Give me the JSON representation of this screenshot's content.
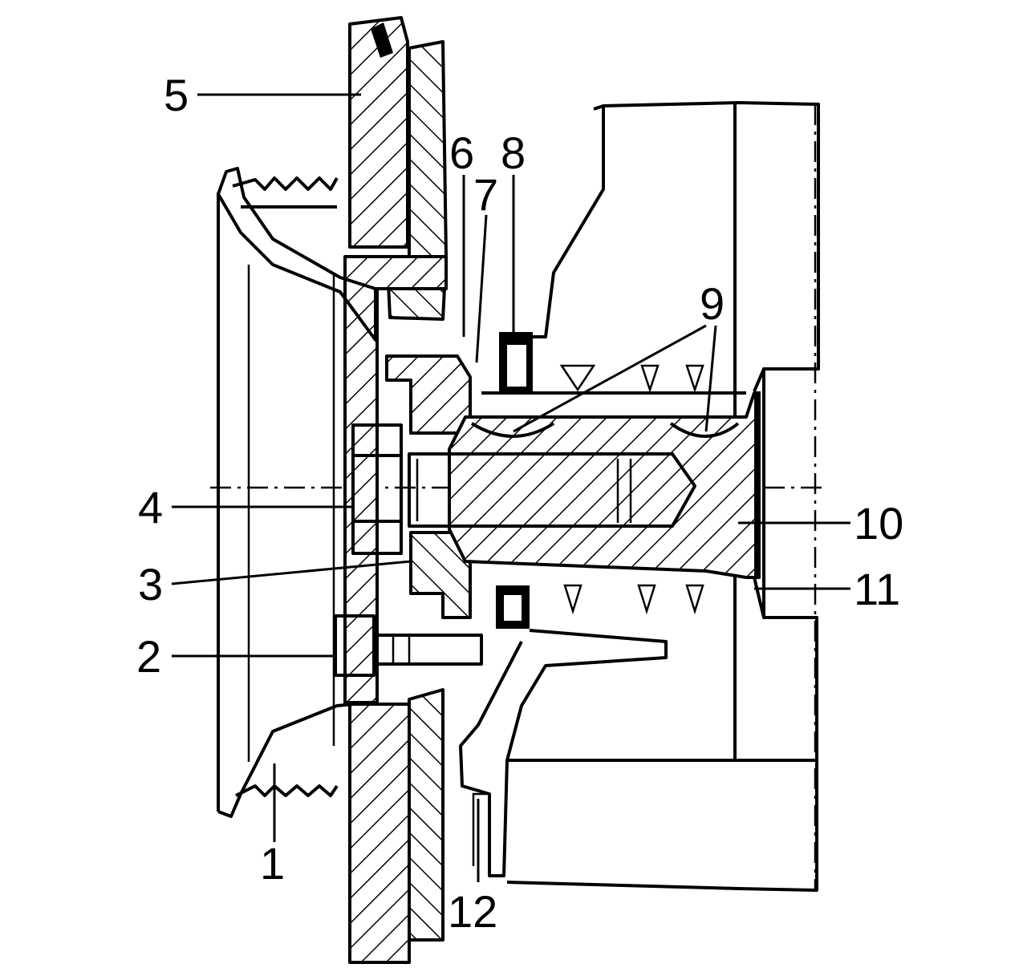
{
  "diagram": {
    "callouts": [
      "1",
      "2",
      "3",
      "4",
      "5",
      "6",
      "7",
      "8",
      "9",
      "10",
      "11",
      "12"
    ],
    "colors": {
      "ink": "#000000",
      "paper": "#ffffff"
    }
  }
}
